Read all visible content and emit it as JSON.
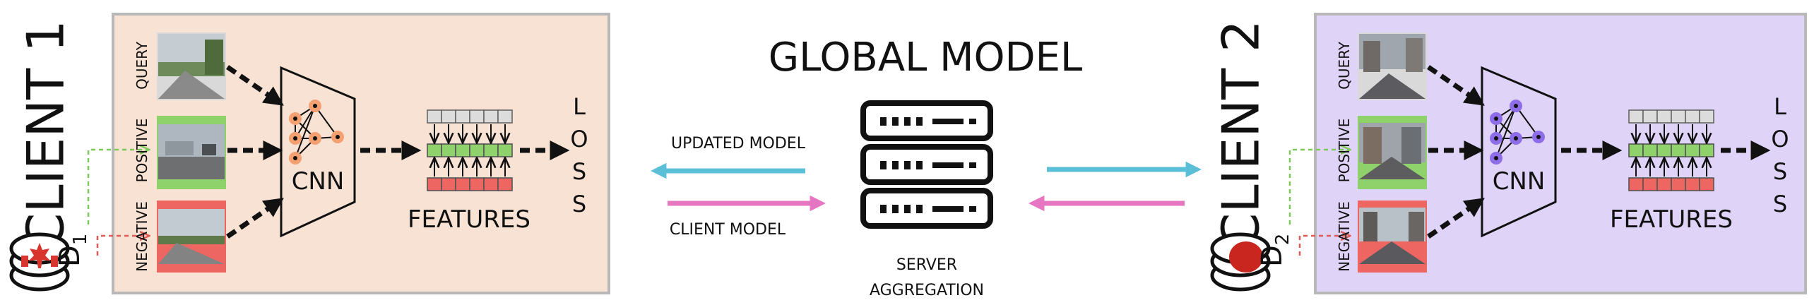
{
  "title": "GLOBAL MODEL",
  "server_label_line1": "SERVER",
  "server_label_line2": "AGGREGATION",
  "arrow_updated_label": "UPDATED MODEL",
  "arrow_client_label": "CLIENT MODEL",
  "colors": {
    "client1_bg": "#f8e2d4",
    "client2_bg": "#dfd4f8",
    "positive": "#8fd16a",
    "negative": "#ee6661",
    "feature_top": "#dcdcdc",
    "feature_mid": "#8fd16a",
    "feature_bot": "#ee6661",
    "cnn_node_c1": "#f4a070",
    "cnn_node_c2": "#8e6ee8",
    "updated_arrow": "#5bbfd8",
    "client_arrow": "#e676c2",
    "dash_green": "#7cc95a",
    "dash_red": "#e05a55"
  },
  "client1": {
    "title": "CLIENT 1",
    "dataset_label": "D",
    "dataset_sub": "1",
    "query_label": "QUERY",
    "positive_label": "POSITIVE",
    "negative_label": "NEGATIVE",
    "cnn_label": "CNN",
    "features_label": "FEATURES",
    "loss_letters": [
      "L",
      "O",
      "S",
      "S"
    ]
  },
  "client2": {
    "title": "CLIENT 2",
    "dataset_label": "D",
    "dataset_sub": "2",
    "query_label": "QUERY",
    "positive_label": "POSITIVE",
    "negative_label": "NEGATIVE",
    "cnn_label": "CNN",
    "features_label": "FEATURES",
    "loss_letters": [
      "L",
      "O",
      "S",
      "S"
    ]
  }
}
